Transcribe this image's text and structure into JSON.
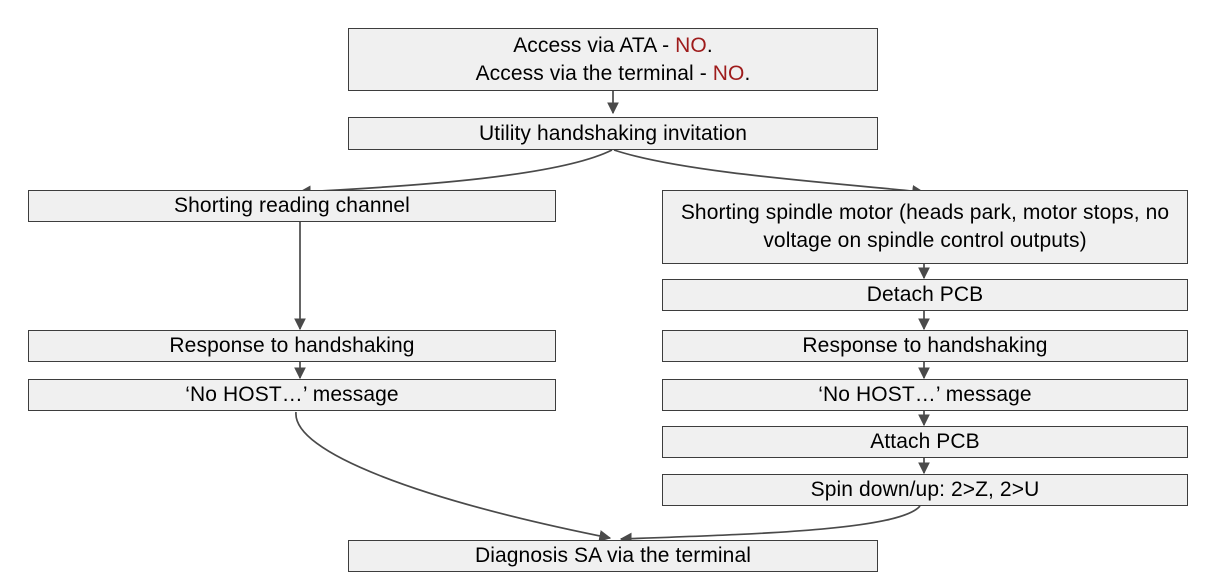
{
  "diagram": {
    "type": "flowchart",
    "title": "HDD diagnosis decision flow",
    "colors": {
      "node_fill": "#f0f0f0",
      "node_border": "#3d3d3d",
      "text": "#000000",
      "negative": "#9e1b1b",
      "edge": "#4a4a4a"
    },
    "nodes": [
      {
        "id": "access-check",
        "lines": [
          {
            "prefix": "Access via ATA - ",
            "accent": "NO",
            "suffix": "."
          },
          {
            "prefix": "Access via the terminal - ",
            "accent": "NO",
            "suffix": "."
          }
        ],
        "text": "Access via ATA - NO.\nAccess via the terminal - NO."
      },
      {
        "id": "utility-handshaking-invitation",
        "text": "Utility handshaking invitation"
      },
      {
        "id": "shorting-reading-channel",
        "text": "Shorting reading channel"
      },
      {
        "id": "left-response-to-handshaking",
        "text": "Response to handshaking"
      },
      {
        "id": "left-no-host-message",
        "text": "‘No HOST…’ message"
      },
      {
        "id": "shorting-spindle-motor",
        "text": "Shorting spindle motor (heads park, motor stops, no voltage on spindle control outputs)"
      },
      {
        "id": "detach-pcb",
        "text": "Detach PCB"
      },
      {
        "id": "right-response-to-handshaking",
        "text": "Response to handshaking"
      },
      {
        "id": "right-no-host-message",
        "text": "‘No HOST…’ message"
      },
      {
        "id": "attach-pcb",
        "text": "Attach PCB"
      },
      {
        "id": "spin-down-up",
        "text": "Spin down/up: 2>Z, 2>U"
      },
      {
        "id": "diagnosis-sa-via-terminal",
        "text": "Diagnosis SA via the terminal"
      }
    ],
    "edges": [
      {
        "from": "access-check",
        "to": "utility-handshaking-invitation",
        "style": "straight"
      },
      {
        "from": "utility-handshaking-invitation",
        "to": "shorting-reading-channel",
        "style": "curved"
      },
      {
        "from": "utility-handshaking-invitation",
        "to": "shorting-spindle-motor",
        "style": "curved"
      },
      {
        "from": "shorting-reading-channel",
        "to": "left-response-to-handshaking",
        "style": "straight"
      },
      {
        "from": "left-response-to-handshaking",
        "to": "left-no-host-message",
        "style": "straight"
      },
      {
        "from": "shorting-spindle-motor",
        "to": "detach-pcb",
        "style": "straight"
      },
      {
        "from": "detach-pcb",
        "to": "right-response-to-handshaking",
        "style": "straight"
      },
      {
        "from": "right-response-to-handshaking",
        "to": "right-no-host-message",
        "style": "straight"
      },
      {
        "from": "right-no-host-message",
        "to": "attach-pcb",
        "style": "straight"
      },
      {
        "from": "attach-pcb",
        "to": "spin-down-up",
        "style": "straight"
      },
      {
        "from": "left-no-host-message",
        "to": "diagnosis-sa-via-terminal",
        "style": "curved"
      },
      {
        "from": "spin-down-up",
        "to": "diagnosis-sa-via-terminal",
        "style": "curved"
      }
    ]
  }
}
